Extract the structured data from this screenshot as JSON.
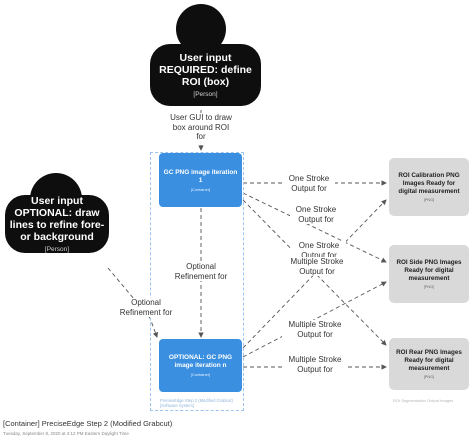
{
  "persons": {
    "required": {
      "title": "User input REQUIRED: define ROI (box)",
      "tag": "[Person]"
    },
    "optional": {
      "title": "User input OPTIONAL: draw lines to refine fore- or background",
      "tag": "[Person]"
    }
  },
  "containers": {
    "iter1": {
      "title": "GC PNG image iteration 1",
      "tag": "[Container]"
    },
    "itern": {
      "title": "OPTIONAL: GC PNG image iteration n",
      "tag": "[Container]"
    }
  },
  "boundary": {
    "label": "PreciseEdge Step 2 (Modified Grabcut) [Software System]"
  },
  "externals": {
    "calibration": {
      "title": "ROI Calibration PNG Images Ready for digital measurement",
      "tag": "[PNG]"
    },
    "side": {
      "title": "ROI Side PNG Images Ready for digital measurement",
      "tag": "[PNG]"
    },
    "rear": {
      "title": "ROI Rear PNG Images Ready for digital measurement",
      "tag": "[PNG]"
    }
  },
  "edges": {
    "gui": "User GUI to draw box around ROI for",
    "refine_vertical": "Optional Refinement for",
    "refine_person": "Optional Refinement for",
    "one_stroke_1": "One Stroke Output for",
    "one_stroke_2": "One Stroke Output for",
    "one_stroke_3": "One Stroke Output for",
    "multi_stroke_1": "Multiple Stroke Output for",
    "multi_stroke_2": "Multiple Stroke Output for",
    "multi_stroke_3": "Multiple Stroke Output for"
  },
  "faint_note": "ROI Segmentation Output Images",
  "footer": {
    "title": "[Container] PreciseEdge Step 2 (Modified Grabcut)",
    "subtitle": "Tuesday, September 8, 2020 at 4:12 PM Eastern Daylight Time"
  },
  "colors": {
    "person": "#0e0e0e",
    "container": "#3a8fe0",
    "external": "#d9d9d9",
    "boundary": "#9cc4ee",
    "arrow": "#555555"
  }
}
